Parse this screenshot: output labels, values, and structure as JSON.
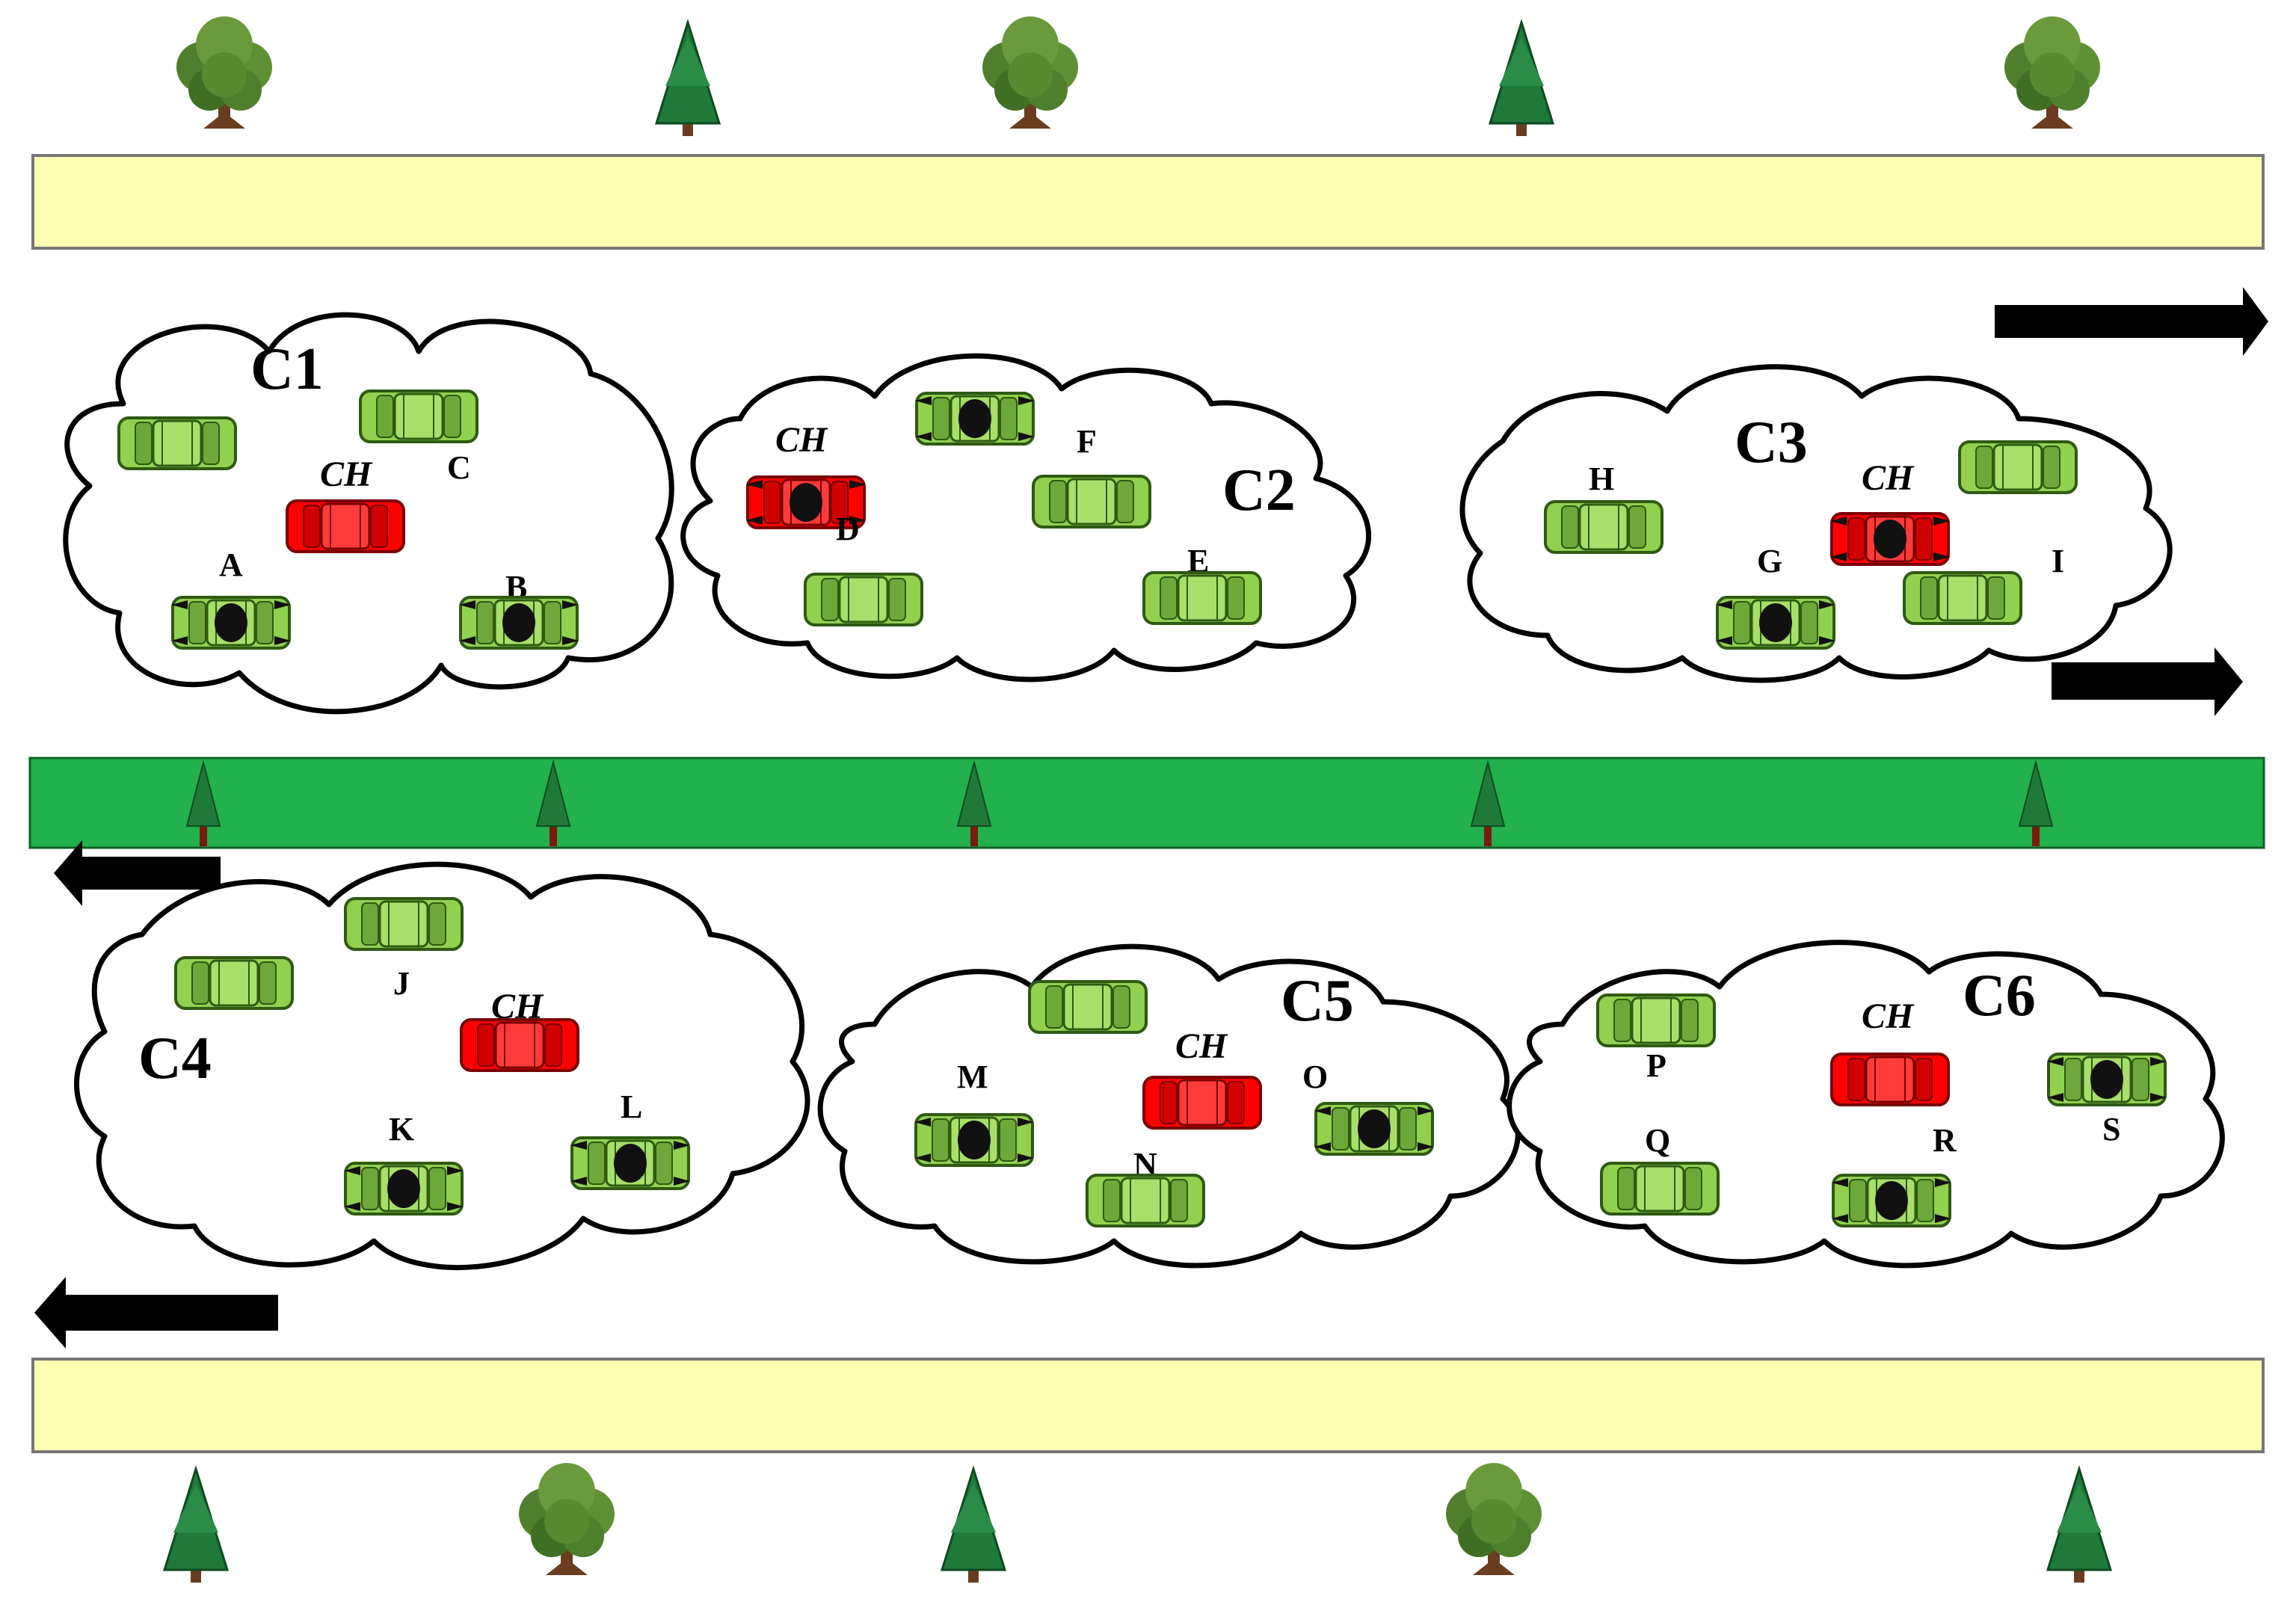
{
  "colors": {
    "sidewalk": "#ffffb3",
    "median": "#22b14c",
    "normal_car": "#92d050",
    "cluster_head_car": "#ff0000",
    "cloud_fill": "#ffffff",
    "cloud_stroke": "#000000",
    "arrow": "#000000",
    "oak_foliage": "#4f7f2c",
    "pine_foliage": "#1f7a3a",
    "trunk": "#6b3d20"
  },
  "directions": {
    "upper_carriageway": "right",
    "lower_carriageway": "left"
  },
  "clusters": [
    {
      "id": "C1",
      "label": "C1",
      "head_label": "CH",
      "members": [
        "A",
        "B",
        "C"
      ],
      "unlabeled_members": 1
    },
    {
      "id": "C2",
      "label": "C2",
      "head_label": "CH",
      "head_marker": "D",
      "members": [
        "F",
        "E"
      ],
      "unlabeled_members": 2
    },
    {
      "id": "C3",
      "label": "C3",
      "head_label": "CH",
      "members": [
        "H",
        "G",
        "I"
      ],
      "unlabeled_members": 1
    },
    {
      "id": "C4",
      "label": "C4",
      "head_label": "CH",
      "members": [
        "J",
        "K",
        "L"
      ],
      "unlabeled_members": 1
    },
    {
      "id": "C5",
      "label": "C5",
      "head_label": "CH",
      "members": [
        "M",
        "N",
        "O"
      ],
      "unlabeled_members": 1
    },
    {
      "id": "C6",
      "label": "C6",
      "head_label": "CH",
      "members": [
        "P",
        "Q",
        "R",
        "S"
      ],
      "unlabeled_members": 0
    }
  ]
}
